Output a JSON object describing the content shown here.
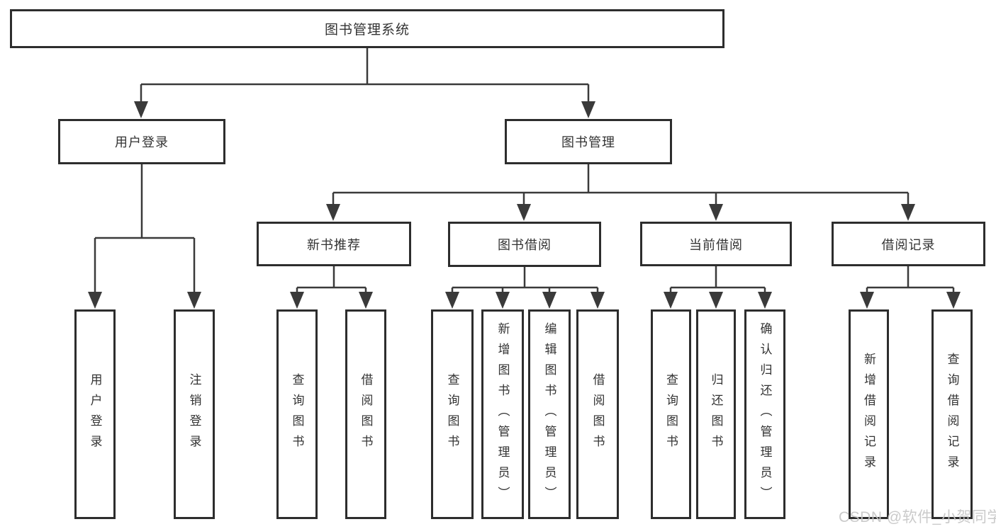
{
  "diagram": {
    "title_note": "library management system function structure chart",
    "root": {
      "label": "图书管理系统"
    },
    "branches": [
      {
        "label": "用户登录",
        "children": [
          {
            "label": "用户登录"
          },
          {
            "label": "注销登录"
          }
        ]
      },
      {
        "label": "图书管理",
        "children": [
          {
            "label": "新书推荐",
            "children": [
              {
                "label": "查询图书"
              },
              {
                "label": "借阅图书"
              }
            ]
          },
          {
            "label": "图书借阅",
            "children": [
              {
                "label": "查询图书"
              },
              {
                "label": "新增图书（管理员）"
              },
              {
                "label": "编辑图书（管理员）"
              },
              {
                "label": "借阅图书"
              }
            ]
          },
          {
            "label": "当前借阅",
            "children": [
              {
                "label": "查询图书"
              },
              {
                "label": "归还图书"
              },
              {
                "label": "确认归还（管理员）"
              }
            ]
          },
          {
            "label": "借阅记录",
            "children": [
              {
                "label": "新增借阅记录"
              },
              {
                "label": "查询借阅记录"
              }
            ]
          }
        ]
      }
    ],
    "watermark": "CSDN @软件_小贺同学",
    "colors": {
      "line": "#3a3a3a",
      "box_border": "#2d2d2d",
      "text": "#333333",
      "background": "#ffffff",
      "watermark": "#c6c6c6"
    }
  }
}
